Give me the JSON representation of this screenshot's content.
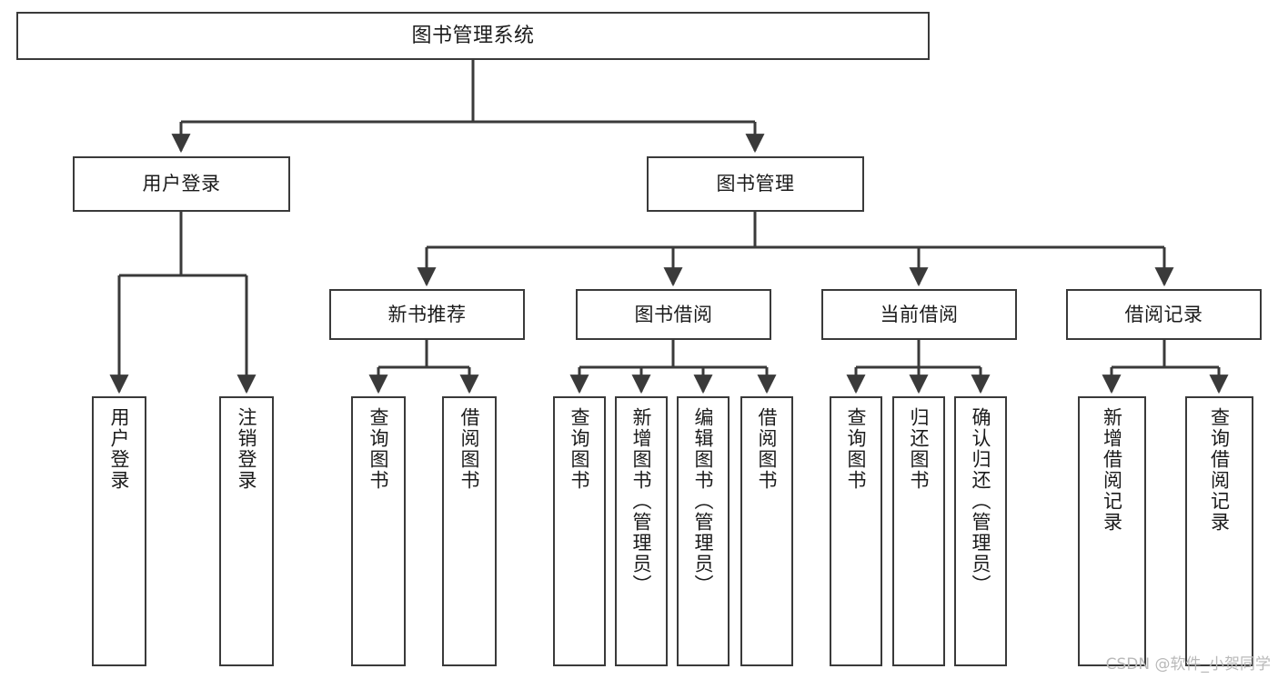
{
  "diagram": {
    "title": "图书管理系统",
    "type": "tree",
    "watermark": "CSDN @软件_小贺同学",
    "colors": {
      "background": "#ffffff",
      "box_border": "#3a3a3a",
      "box_fill": "#ffffff",
      "connector": "#3a3a3a",
      "text": "#1b1b1b",
      "watermark": "#b9b9b9"
    },
    "levels": {
      "root": {
        "label": "图书管理系统"
      },
      "level1": [
        {
          "label": "用户登录"
        },
        {
          "label": "图书管理"
        }
      ],
      "level2": [
        {
          "label": "新书推荐"
        },
        {
          "label": "图书借阅"
        },
        {
          "label": "当前借阅"
        },
        {
          "label": "借阅记录"
        }
      ],
      "leaves": [
        {
          "label": "用户登录",
          "parent": "用户登录"
        },
        {
          "label": "注销登录",
          "parent": "用户登录"
        },
        {
          "label": "查询图书",
          "parent": "新书推荐"
        },
        {
          "label": "借阅图书",
          "parent": "新书推荐"
        },
        {
          "label": "查询图书",
          "parent": "图书借阅"
        },
        {
          "label": "新增图书（管理员）",
          "parent": "图书借阅"
        },
        {
          "label": "编辑图书（管理员）",
          "parent": "图书借阅"
        },
        {
          "label": "借阅图书",
          "parent": "图书借阅"
        },
        {
          "label": "查询图书",
          "parent": "当前借阅"
        },
        {
          "label": "归还图书",
          "parent": "当前借阅"
        },
        {
          "label": "确认归还（管理员）",
          "parent": "当前借阅"
        },
        {
          "label": "新增借阅记录",
          "parent": "借阅记录"
        },
        {
          "label": "查询借阅记录",
          "parent": "借阅记录"
        }
      ]
    }
  }
}
